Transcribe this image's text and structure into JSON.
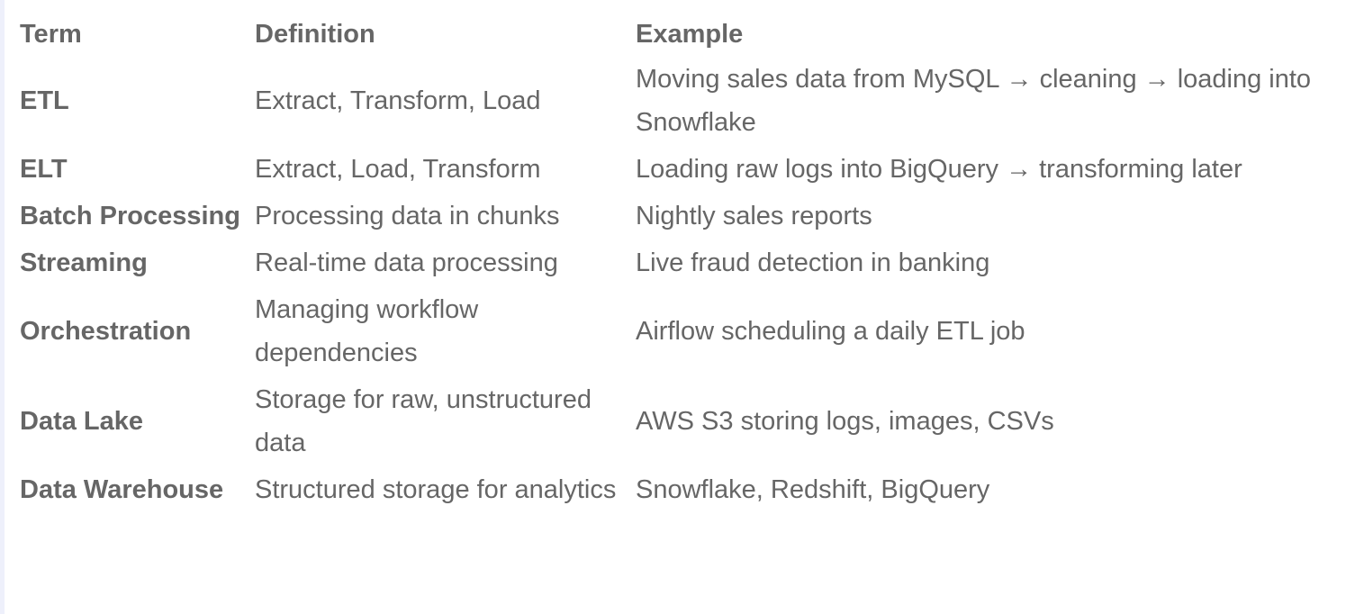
{
  "table": {
    "headers": [
      "Term",
      "Definition",
      "Example"
    ],
    "rows": [
      {
        "term": "ETL",
        "definition": "Extract, Transform, Load",
        "example": "Moving sales data from MySQL → cleaning → loading into Snowflake"
      },
      {
        "term": "ELT",
        "definition": "Extract, Load, Transform",
        "example": "Loading raw logs into BigQuery → transforming later"
      },
      {
        "term": "Batch Processing",
        "definition": "Processing data in chunks",
        "example": "Nightly sales reports"
      },
      {
        "term": "Streaming",
        "definition": "Real-time data processing",
        "example": "Live fraud detection in banking"
      },
      {
        "term": "Orchestration",
        "definition": "Managing workflow dependencies",
        "example": "Airflow scheduling a daily ETL job"
      },
      {
        "term": "Data Lake",
        "definition": "Storage for raw, unstructured data",
        "example": "AWS S3 storing logs, images, CSVs"
      },
      {
        "term": "Data Warehouse",
        "definition": "Structured storage for analytics",
        "example": "Snowflake, Redshift, BigQuery"
      }
    ]
  }
}
